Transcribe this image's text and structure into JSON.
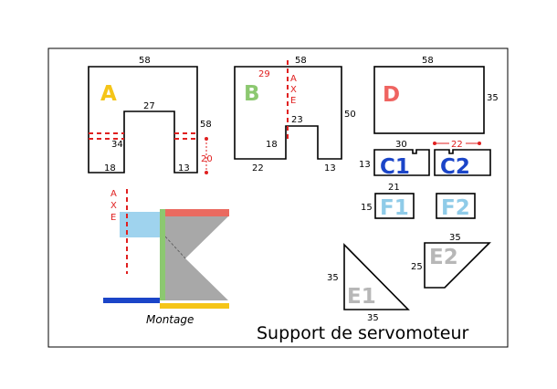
{
  "title": "Support de servomoteur",
  "montage_label": "Montage",
  "axe_letters": [
    "A",
    "X",
    "E"
  ],
  "colors": {
    "A": "#f5c518",
    "B": "#8cc870",
    "C": "#1b45c8",
    "D": "#ef6461",
    "F": "#8fcbe8",
    "E": "#b7b7b7",
    "axe": "#e02020",
    "montage_red": "#ea6a60",
    "montage_green": "#8cc870",
    "montage_blue": "#1b45c8",
    "montage_yellow": "#f5c518",
    "montage_gray": "#a8a8a8",
    "montage_lightblue": "#9fd3ee"
  },
  "pieces": {
    "A": {
      "label": "A",
      "dims": {
        "top": "58",
        "right": "58",
        "inner_top": "27",
        "inner_side": "34",
        "left_foot": "18",
        "right_foot": "13",
        "red_side": "20"
      }
    },
    "B": {
      "label": "B",
      "dims": {
        "top": "58",
        "red_top": "29",
        "right": "50",
        "notch": "23",
        "notch_side": "18",
        "left_foot": "22",
        "right_foot": "13"
      }
    },
    "D": {
      "label": "D",
      "dims": {
        "top": "58",
        "right": "35"
      }
    },
    "C1": {
      "label": "C1",
      "dims": {
        "top": "30",
        "left": "13"
      }
    },
    "C2": {
      "label": "C2",
      "dims": {
        "top": "22"
      }
    },
    "F1": {
      "label": "F1",
      "dims": {
        "top": "21",
        "left": "15"
      }
    },
    "F2": {
      "label": "F2"
    },
    "E1": {
      "label": "E1",
      "dims": {
        "left": "35",
        "bottom": "35"
      }
    },
    "E2": {
      "label": "E2",
      "dims": {
        "top": "35",
        "left": "25"
      }
    }
  }
}
